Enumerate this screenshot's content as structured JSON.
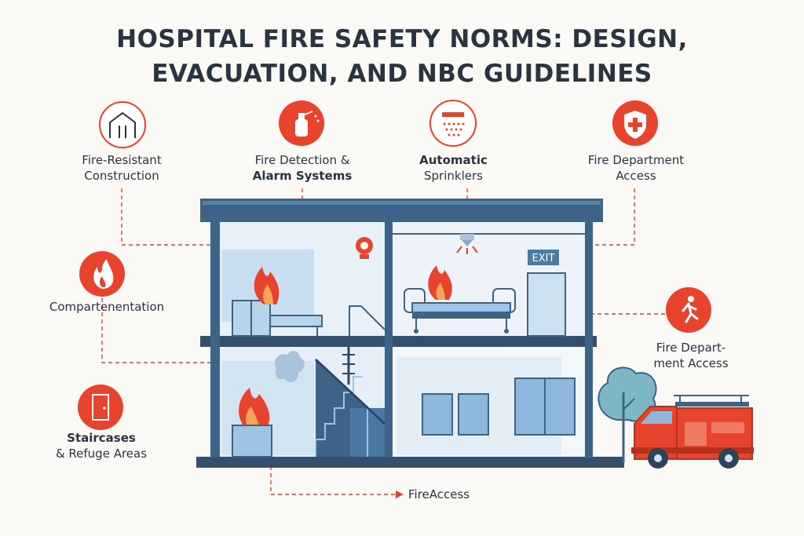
{
  "title": {
    "line1": "HOSPITAL FIRE SAFETY NORMS: DESIGN,",
    "line2": "EVACUATION, AND NBC GUIDELINES"
  },
  "features": {
    "construction": {
      "line1": "Fire-Resistant",
      "line2": "Construction",
      "icon": "building-outline-icon"
    },
    "detection": {
      "line1": "Fire Detection &",
      "line2": "Alarm Systems",
      "icon": "fire-extinguisher-icon"
    },
    "sprinklers": {
      "line1": "Automatic",
      "line2": "Sprinklers",
      "icon": "sprinkler-icon"
    },
    "fd_access_top": {
      "line1": "Fire Department",
      "line2": "Access",
      "icon": "shield-cross-icon"
    },
    "compartment": {
      "line1": "Compartenentation",
      "icon": "flame-icon"
    },
    "fd_access_right": {
      "line1": "Fire Depart-",
      "line2": "ment Access",
      "icon": "running-person-icon"
    },
    "staircases": {
      "line1": "Staircases",
      "line2": "& Refuge Areas",
      "icon": "door-icon"
    },
    "fire_access": {
      "line1": "FireAccess"
    }
  },
  "exit_sign": "EXIT",
  "colors": {
    "accent_red": "#e8432d",
    "structure_blue": "#3d6388",
    "light_blue": "#cfe3f2",
    "dark_text": "#2a3440",
    "dashed_red": "#d9452f"
  }
}
